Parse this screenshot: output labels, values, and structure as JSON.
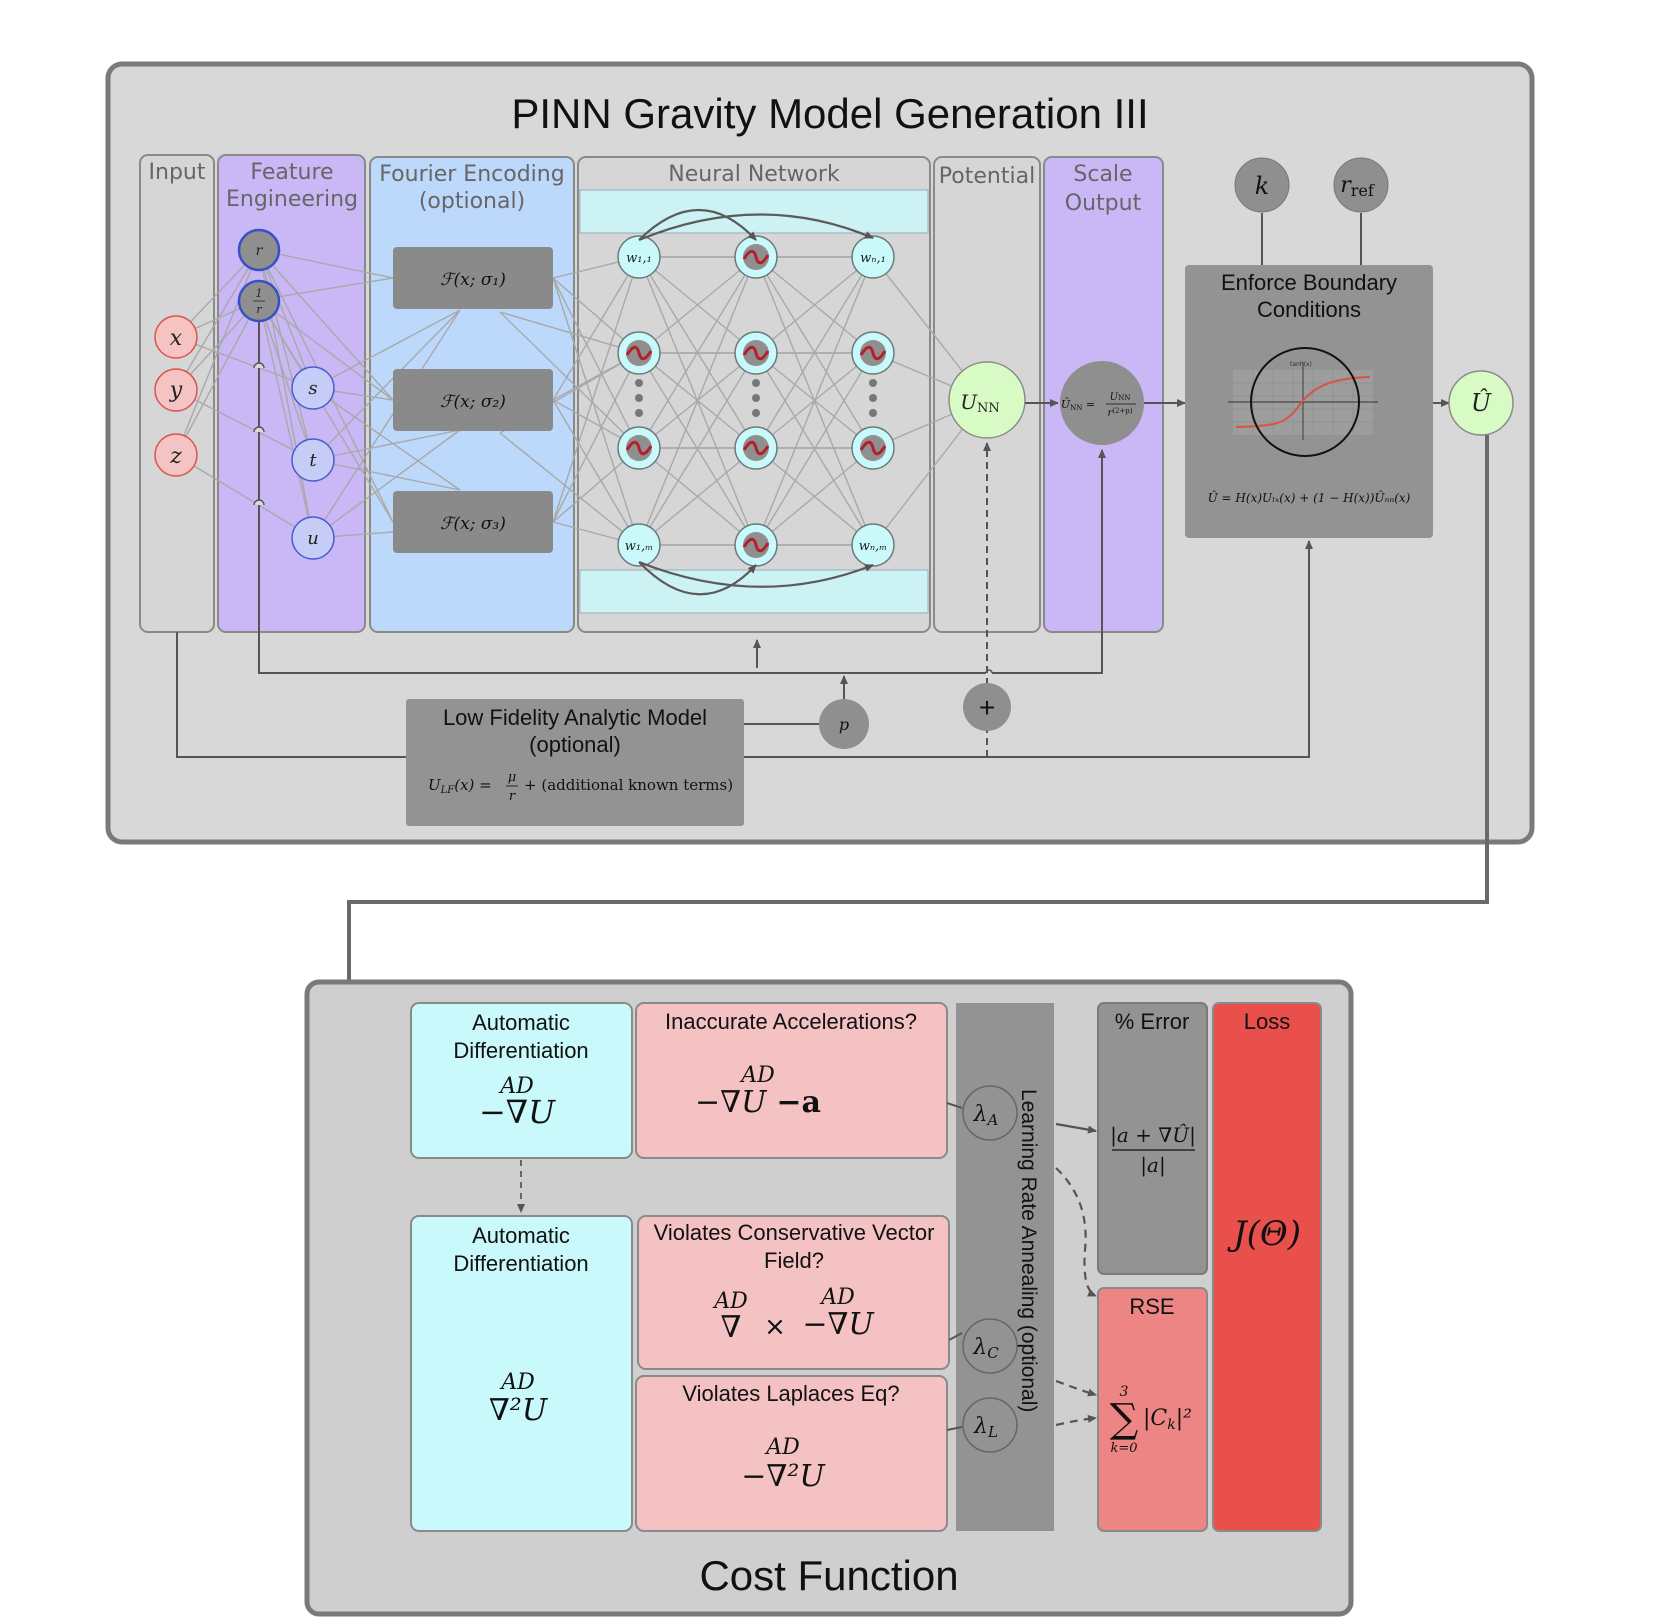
{
  "top": {
    "title": "PINN Gravity Model Generation III",
    "input": {
      "label": "Input",
      "nodes": [
        "x",
        "y",
        "z"
      ]
    },
    "feature": {
      "label_1": "Feature",
      "label_2": "Engineering",
      "r": "r",
      "inv_num": "1",
      "inv_den": "r",
      "nodes": [
        "s",
        "t",
        "u"
      ]
    },
    "fourier": {
      "label_1": "Fourier Encoding",
      "label_2": "(optional)",
      "boxes": [
        "ℱ(x; σ₁)",
        "ℱ(x; σ₂)",
        "ℱ(x; σ₃)"
      ]
    },
    "nn": {
      "label": "Neural Network",
      "w11": "w₁,₁",
      "wn1": "wₙ,₁",
      "w1m": "w₁,ₘ",
      "wnm": "wₙ,ₘ"
    },
    "potential": {
      "label": "Potential",
      "node": "U",
      "node_sub": "NN"
    },
    "scale": {
      "label_1": "Scale",
      "label_2": "Output",
      "formula_lhs": "Û",
      "formula_lhs_sub": "NN",
      "formula_num": "U",
      "formula_num_sub": "NN",
      "formula_den": "r",
      "formula_den_sup": "(2+p)"
    },
    "params": {
      "k": "k",
      "r": "r",
      "r_sub": "ref",
      "p": "p"
    },
    "boundary": {
      "label_1": "Enforce Boundary",
      "label_2": "Conditions",
      "plot_title": "tanh(x)",
      "formula": "Û = H(x)Uₗₓ(x) + (1 − H(x))Ûₙₙ(x)"
    },
    "output": {
      "node": "Û"
    },
    "low_fidelity": {
      "label_1": "Low Fidelity Analytic Model",
      "label_2": "(optional)",
      "formula_lhs": "U",
      "formula_lhs_sub": "LF",
      "formula_arg": "(x) =",
      "formula_num": "μ",
      "formula_den": "r",
      "formula_rest": "+ (additional known terms)"
    },
    "plus": "+"
  },
  "bottom": {
    "title": "Cost Function",
    "ad1": {
      "label_1": "Automatic",
      "label_2": "Differentiation",
      "ad": "AD",
      "formula": "−∇U"
    },
    "ad2": {
      "label_1": "Automatic",
      "label_2": "Differentiation",
      "ad": "AD",
      "formula": "∇²U"
    },
    "q1": {
      "label": "Inaccurate Accelerations?",
      "ad": "AD",
      "formula": "−∇U",
      "minus_a": "−a"
    },
    "q2": {
      "label_1": "Violates Conservative Vector",
      "label_2": "Field?",
      "ad_a": "AD",
      "ad_b": "AD",
      "del": "∇",
      "times": "×",
      "formula": "−∇U"
    },
    "q3": {
      "label": "Violates Laplaces Eq?",
      "ad": "AD",
      "formula": "−∇²U"
    },
    "annealing": {
      "label": "Learning Rate Annealing (optional)",
      "lambda_a": "λ",
      "lambda_a_sub": "A",
      "lambda_c": "λ",
      "lambda_c_sub": "C",
      "lambda_l": "λ",
      "lambda_l_sub": "L"
    },
    "error": {
      "label": "% Error",
      "num": "|a + ∇Û|",
      "den": "|a|"
    },
    "rse": {
      "label": "RSE",
      "sum_top": "3",
      "sum": "∑",
      "sum_bottom": "k=0",
      "term": "|C",
      "term_sub": "k",
      "term_end": "|²"
    },
    "loss": {
      "label": "Loss",
      "formula": "J(Θ)"
    }
  },
  "colors": {
    "panel": "#d8d8d8",
    "panel2": "#cfcfcf",
    "purple": "#c9b8f5",
    "blue": "#bcd8fb",
    "cyan": "#caf9fb",
    "red_node": "#f6c3c3",
    "green": "#d8fbc5",
    "gray_box": "#939393",
    "pink": "#f4c2c2",
    "rse": "#ee8585",
    "loss": "#e9504c"
  }
}
